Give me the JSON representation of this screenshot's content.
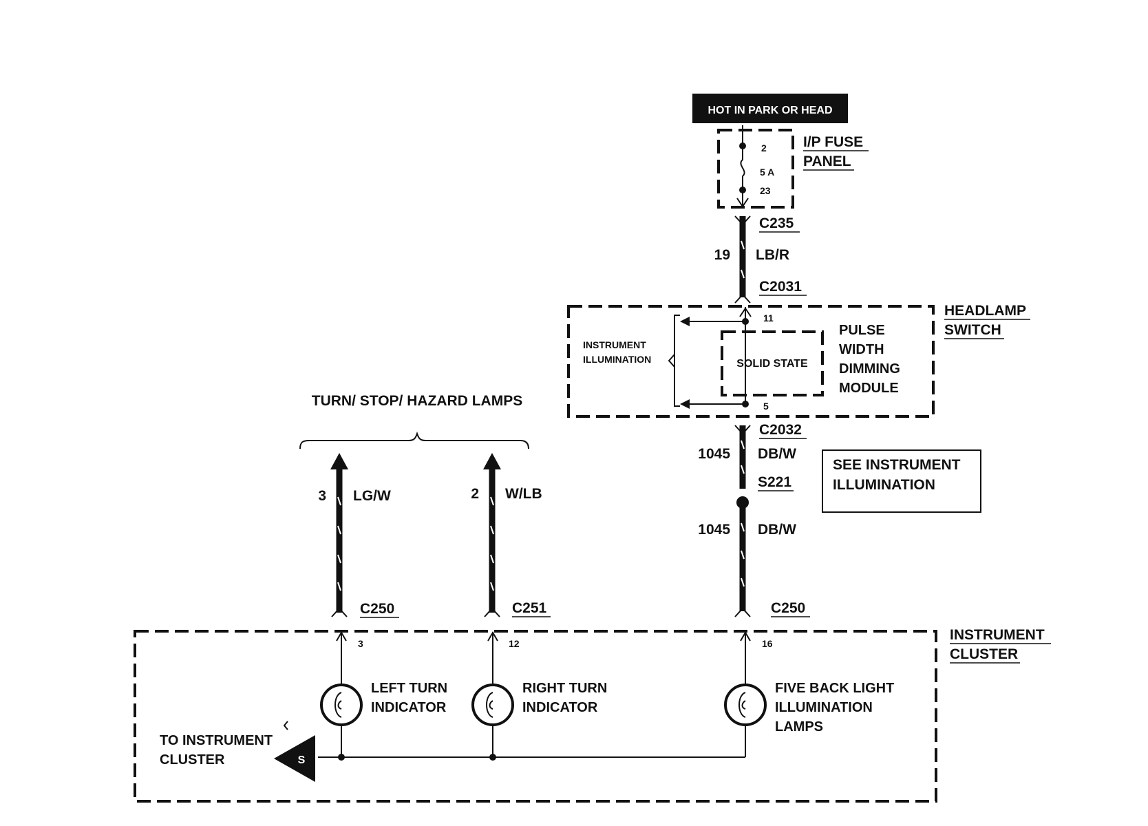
{
  "power_source": {
    "label": "HOT IN PARK OR HEAD"
  },
  "fuse_panel": {
    "name_line1": "I/P FUSE",
    "name_line2": "PANEL",
    "pin_in": "2",
    "rating": "5 A",
    "pin_out": "23"
  },
  "wires": {
    "feed": {
      "circuit": "19",
      "color": "LB/R"
    },
    "dimmer_out": {
      "circuit": "1045",
      "color": "DB/W"
    },
    "splice_out": {
      "circuit": "1045",
      "color": "DB/W"
    },
    "left_turn": {
      "circuit": "3",
      "color": "LG/W"
    },
    "right_turn": {
      "circuit": "2",
      "color": "W/LB"
    }
  },
  "connectors": {
    "c235": "C235",
    "c2031": "C2031",
    "c2032": "C2032",
    "c250_left": "C250",
    "c251": "C251",
    "c250_right": "C250"
  },
  "splice": {
    "label": "S221"
  },
  "headlamp_switch": {
    "name_line1": "HEADLAMP",
    "name_line2": "SWITCH",
    "instrument_line1": "INSTRUMENT",
    "instrument_line2": "ILLUMINATION",
    "solid_state": "SOLID STATE",
    "module_line1": "PULSE",
    "module_line2": "WIDTH",
    "module_line3": "DIMMING",
    "module_line4": "MODULE",
    "pin_top": "11",
    "pin_bottom": "5"
  },
  "see_note": {
    "line1": "SEE INSTRUMENT",
    "line2": "ILLUMINATION"
  },
  "turn_lamps": {
    "label": "TURN/ STOP/ HAZARD LAMPS"
  },
  "instrument_cluster": {
    "name_line1": "INSTRUMENT",
    "name_line2": "CLUSTER",
    "pin_left": "3",
    "pin_mid": "12",
    "pin_right": "16",
    "left_line1": "LEFT TURN",
    "left_line2": "INDICATOR",
    "right_line1": "RIGHT TURN",
    "right_line2": "INDICATOR",
    "five_line1": "FIVE BACK LIGHT",
    "five_line2": "ILLUMINATION",
    "five_line3": "LAMPS",
    "to_line1": "TO INSTRUMENT",
    "to_line2": "CLUSTER",
    "ground_symbol": "S"
  }
}
